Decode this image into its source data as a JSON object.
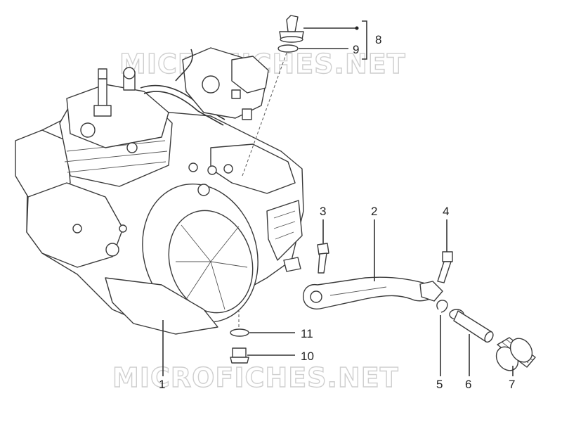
{
  "watermark": "MICROFICHES.NET",
  "callouts": {
    "c1": "1",
    "c2": "2",
    "c3": "3",
    "c4": "4",
    "c5": "5",
    "c6": "6",
    "c7": "7",
    "c8": "8",
    "c9": "9",
    "c10": "10",
    "c11": "11"
  },
  "colors": {
    "line": "#333333",
    "watermark_outline": "#cfcfcf",
    "background": "#ffffff"
  }
}
